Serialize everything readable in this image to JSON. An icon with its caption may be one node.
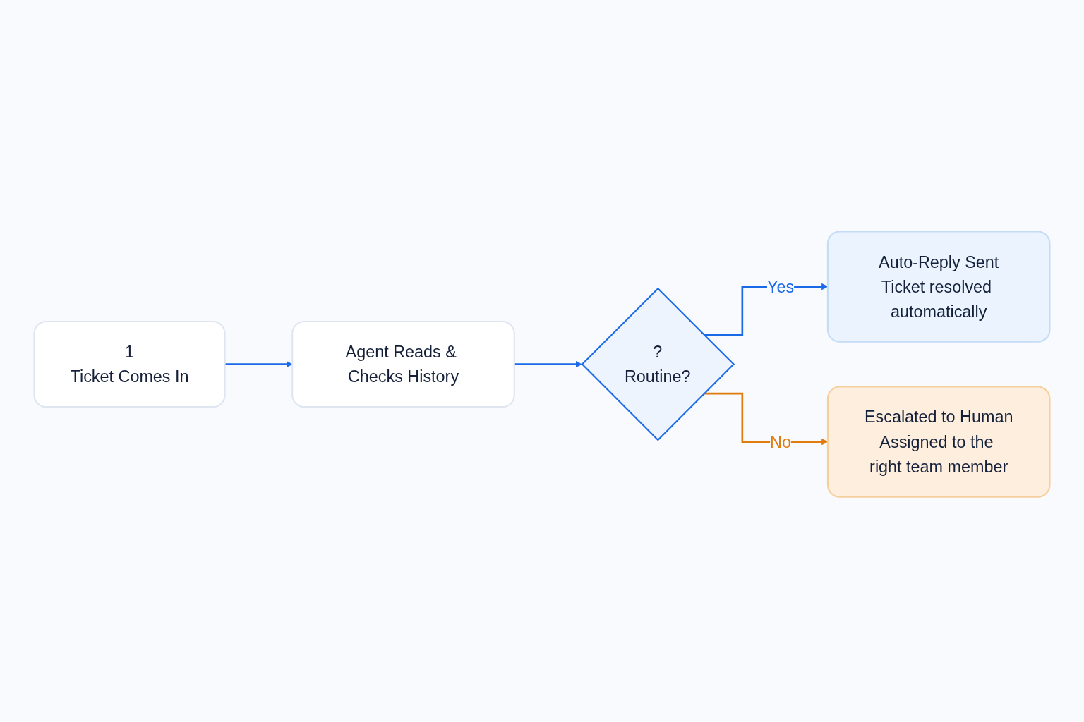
{
  "diagram": {
    "nodes": [
      {
        "text": [
          "1",
          "Ticket Comes In"
        ]
      },
      {
        "text": [
          "Agent Reads & Checks History"
        ]
      },
      {
        "text": [
          "?",
          "Routine?"
        ]
      },
      {
        "text": [
          "Auto-Reply Sent",
          "Ticket resolved automatically"
        ]
      },
      {
        "text": [
          "Escalated to Human",
          "Assigned to the right team member"
        ]
      }
    ],
    "edges": [
      {
        "from": 0,
        "to": 1,
        "arrow": "to"
      },
      {
        "from": 1,
        "to": 2,
        "arrow": "to"
      },
      {
        "from": 2,
        "to": 3,
        "label": "Yes",
        "arrow": "to"
      },
      {
        "from": 2,
        "to": 4,
        "label": "No",
        "arrow": "to",
        "color": "#e07b0c"
      }
    ]
  }
}
